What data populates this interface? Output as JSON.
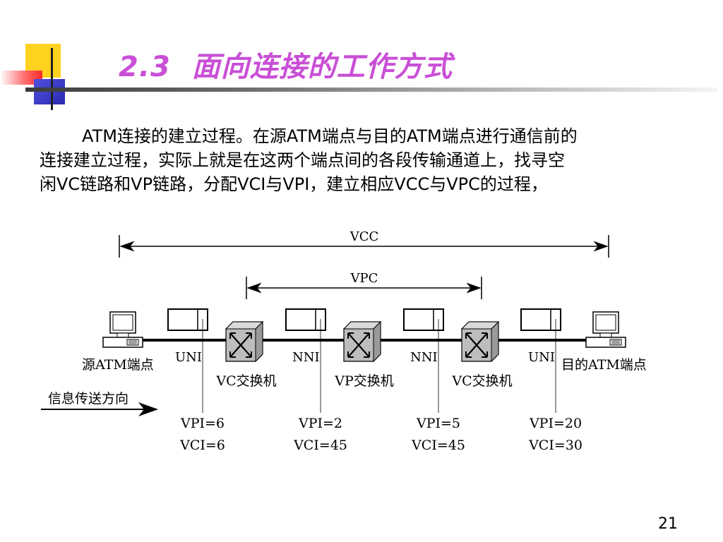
{
  "title": {
    "number": "2.3",
    "text": "面向连接的工作方式"
  },
  "paragraph": {
    "line1": "ATM连接的建立过程。在源ATM端点与目的ATM端点进行通信前的",
    "line2": "连接建立过程，实际上就是在这两个端点间的各段传输通道上，找寻空",
    "line3": "闲VC链路和VP链路，分配VCI与VPI，建立相应VCC与VPC的过程，"
  },
  "diagram": {
    "vcc_label": "VCC",
    "vpc_label": "VPC",
    "source_label": "源ATM端点",
    "dest_label": "目的ATM端点",
    "interfaces": [
      "UNI",
      "NNI",
      "NNI",
      "UNI"
    ],
    "switches": [
      "VC交换机",
      "VP交换机",
      "VC交换机"
    ],
    "direction_label": "信息传送方向",
    "vpi": [
      "VPI=6",
      "VPI=2",
      "VPI=5",
      "VPI=20"
    ],
    "vci": [
      "VCI=6",
      "VCI=45",
      "VCI=45",
      "VCI=30"
    ]
  },
  "page_number": "21",
  "colors": {
    "title": "#c94fd6",
    "deco_yellow": "#ffd21f",
    "deco_red": "#ff3b3b",
    "deco_blue": "#3333cc",
    "deco_bar": "#5a5a5a"
  }
}
